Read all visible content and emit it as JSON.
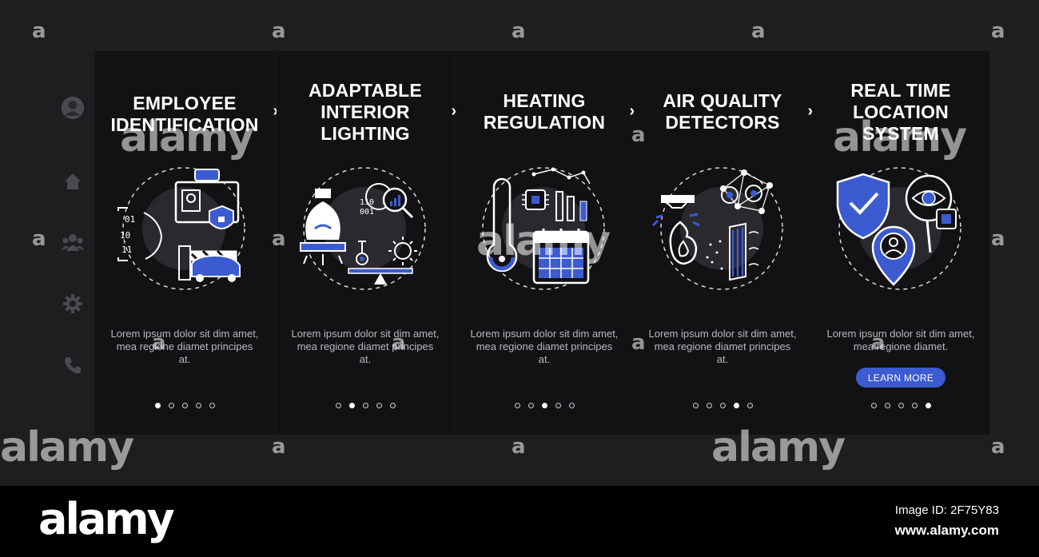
{
  "accent": "#3c5bd0",
  "sidebar": {
    "icons": [
      "user-icon",
      "home-icon",
      "group-icon",
      "settings-icon",
      "phone-icon"
    ]
  },
  "screens": [
    {
      "title_lines": [
        "EMPLOYEE",
        "IDENTIFICATION"
      ],
      "body": "Lorem ipsum dolor sit dim amet, mea regione diamet principes at.",
      "active_dot": 1
    },
    {
      "title_lines": [
        "ADAPTABLE",
        "INTERIOR",
        "LIGHTING"
      ],
      "body": "Lorem ipsum dolor sit dim amet, mea regione diamet principes at.",
      "active_dot": 2
    },
    {
      "title_lines": [
        "HEATING",
        "REGULATION"
      ],
      "body": "Lorem ipsum dolor sit dim amet, mea regione diamet principes at.",
      "active_dot": 3
    },
    {
      "title_lines": [
        "AIR QUALITY",
        "DETECTORS"
      ],
      "body": "Lorem ipsum dolor sit dim amet, mea regione diamet principes at.",
      "active_dot": 4
    },
    {
      "title_lines": [
        "REAL TIME",
        "LOCATION",
        "SYSTEM"
      ],
      "body": "Lorem ipsum dolor sit dim amet, mea regione diamet.",
      "active_dot": 5,
      "button": "LEARN MORE"
    }
  ],
  "nav_arrow": "»",
  "watermark": {
    "small": "a",
    "big": "alamy"
  },
  "footer": {
    "logo": "alamy",
    "image_id": "Image ID: 2F75Y83",
    "url": "www.alamy.com"
  }
}
